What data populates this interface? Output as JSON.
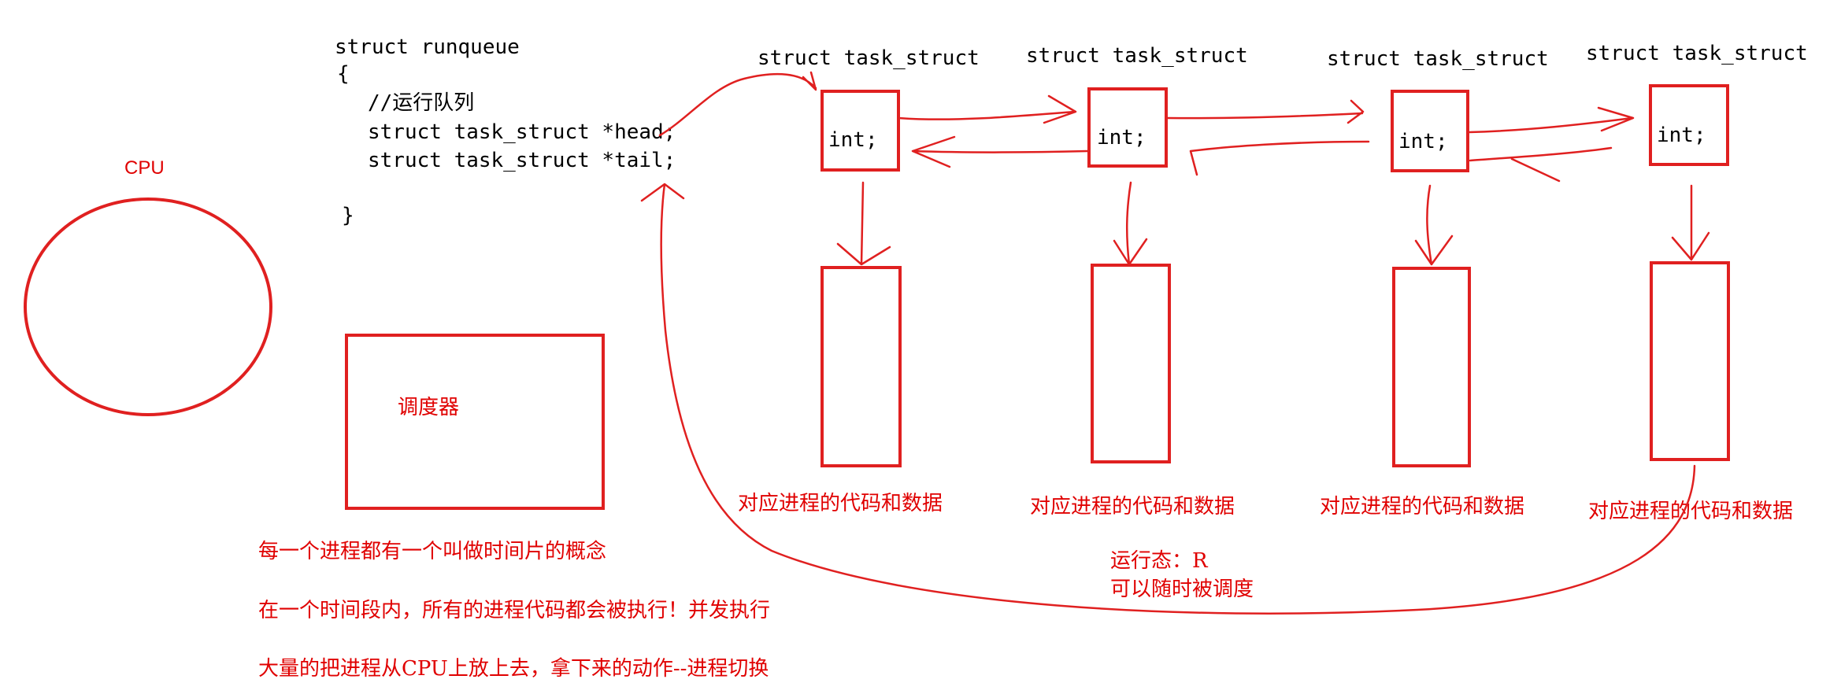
{
  "colors": {
    "ink": "#e02020",
    "text_black": "#000000",
    "background": "#ffffff"
  },
  "cpu": {
    "label": "CPU"
  },
  "scheduler": {
    "label": "调度器"
  },
  "runqueue": {
    "lines": [
      "struct runqueue",
      "{",
      "//运行队列",
      "struct task_struct *head;",
      "struct task_struct *tail;",
      "}"
    ]
  },
  "tasks": [
    {
      "title": "struct task_struct",
      "field": "int;",
      "caption": "对应进程的代码和数据"
    },
    {
      "title": "struct task_struct",
      "field": "int;",
      "caption": "对应进程的代码和数据"
    },
    {
      "title": "struct task_struct",
      "field": "int;",
      "caption": "对应进程的代码和数据"
    },
    {
      "title": "struct task_struct",
      "field": "int;",
      "caption": "对应进程的代码和数据"
    }
  ],
  "state_note": {
    "line1": "运行态：R",
    "line2": "可以随时被调度"
  },
  "notes": [
    "每一个进程都有一个叫做时间片的概念",
    "在一个时间段内，所有的进程代码都会被执行！并发执行",
    "大量的把进程从CPU上放上去，拿下来的动作--进程切换"
  ]
}
